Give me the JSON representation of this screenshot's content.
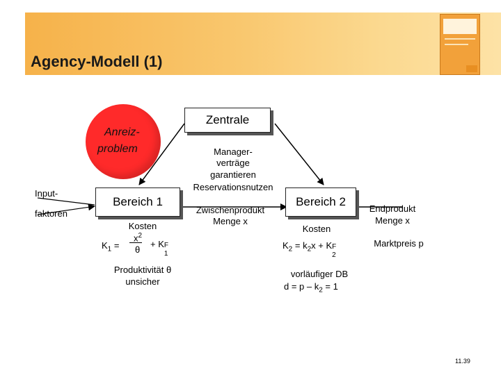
{
  "header": {
    "title": "Agency-Modell (1)"
  },
  "diagram": {
    "central": "Zentrale",
    "problem_line1": "Anreiz-",
    "problem_line2": "problem",
    "input_line1": "Input-",
    "input_line2": "faktoren",
    "area1": "Bereich 1",
    "area2": "Bereich 2",
    "contracts": [
      "Manager-",
      "verträge",
      "garantieren",
      "Reservationsnutzen"
    ],
    "intermediate": [
      "Zwischenprodukt",
      "Menge x"
    ],
    "end_product": [
      "Endprodukt",
      "Menge x"
    ],
    "costs1_label": "Kosten",
    "costs1_formula": {
      "lhs": "K",
      "lhs_sub": "1",
      "num": "x",
      "num_sup": "2",
      "den": "θ",
      "plus": "+ K",
      "plus_sup": "F",
      "plus_sub": "1"
    },
    "productivity": [
      "Produktivität θ",
      "unsicher"
    ],
    "costs2_label": "Kosten",
    "costs2_formula": {
      "lhs": "K",
      "lhs_sub": "2",
      "mid": "= k",
      "mid_sub": "2",
      "x": "x + K",
      "sup": "F",
      "sub": "2"
    },
    "market_price": "Marktpreis p",
    "margin": [
      "vorläufiger DB",
      "d = p – k",
      "2",
      " = 1"
    ]
  },
  "footer": {
    "page": "11.39"
  }
}
